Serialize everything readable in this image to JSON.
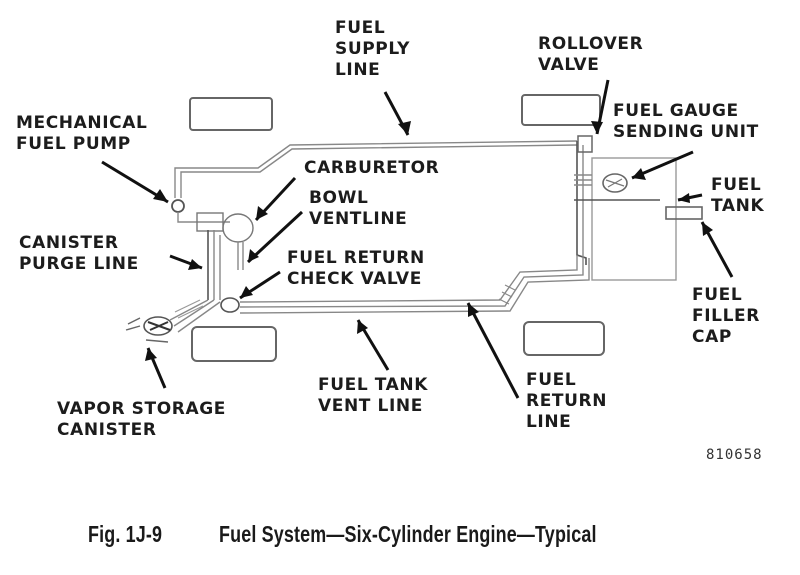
{
  "figure": {
    "number_label": "Fig. 1J-9",
    "title": "Fuel System—Six-Cylinder Engine—Typical",
    "serial": "810658"
  },
  "labels": {
    "fuel_supply_line": "FUEL\nSUPPLY\nLINE",
    "rollover_valve": "ROLLOVER\nVALVE",
    "mechanical_fuel_pump": "MECHANICAL\nFUEL PUMP",
    "fuel_gauge_sending_unit": "FUEL GAUGE\nSENDING UNIT",
    "carburetor": "CARBURETOR",
    "bowl_ventline": "BOWL\nVENTLINE",
    "fuel_tank": "FUEL\nTANK",
    "canister_purge_line": "CANISTER\nPURGE LINE",
    "fuel_return_check_valve": "FUEL RETURN\nCHECK VALVE",
    "fuel_filler_cap": "FUEL\nFILLER\nCAP",
    "vapor_storage_canister": "VAPOR STORAGE\nCANISTER",
    "fuel_tank_vent_line": "FUEL TANK\nVENT LINE",
    "fuel_return_line": "FUEL\nRETURN\nLINE"
  },
  "colors": {
    "ink": "#1c1c1c",
    "pipe": "#888888",
    "background": "#ffffff"
  }
}
